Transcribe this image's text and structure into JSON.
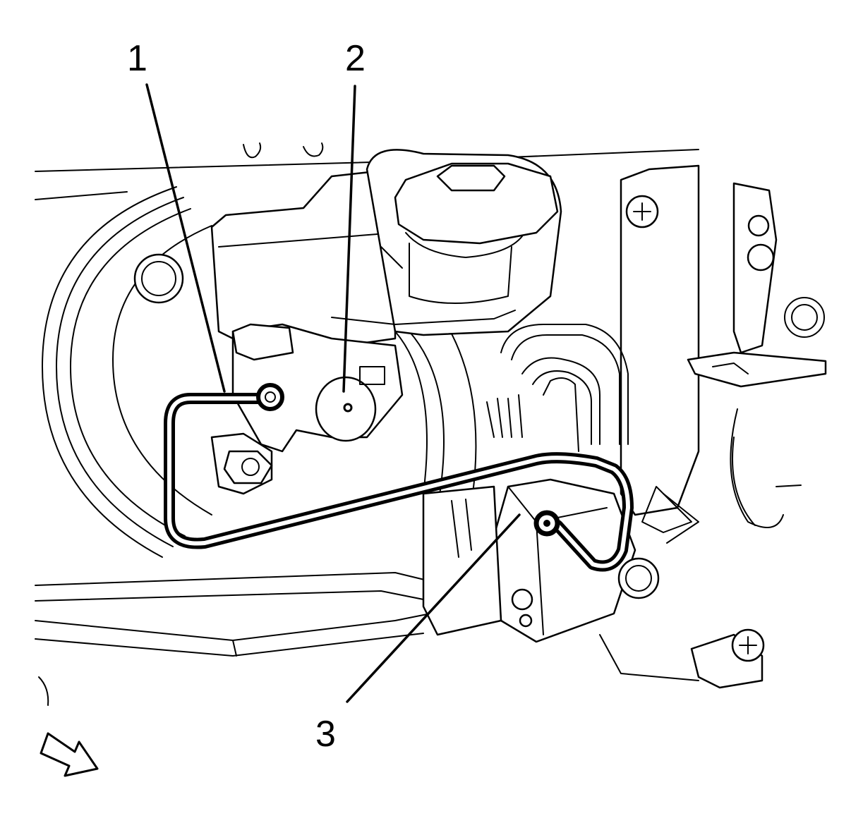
{
  "callouts": [
    {
      "id": "1",
      "label": "1"
    },
    {
      "id": "2",
      "label": "2"
    },
    {
      "id": "3",
      "label": "3"
    }
  ],
  "icons": {
    "view_direction": "view-direction-arrow-icon"
  },
  "colors": {
    "line": "#000000",
    "background": "#ffffff"
  }
}
